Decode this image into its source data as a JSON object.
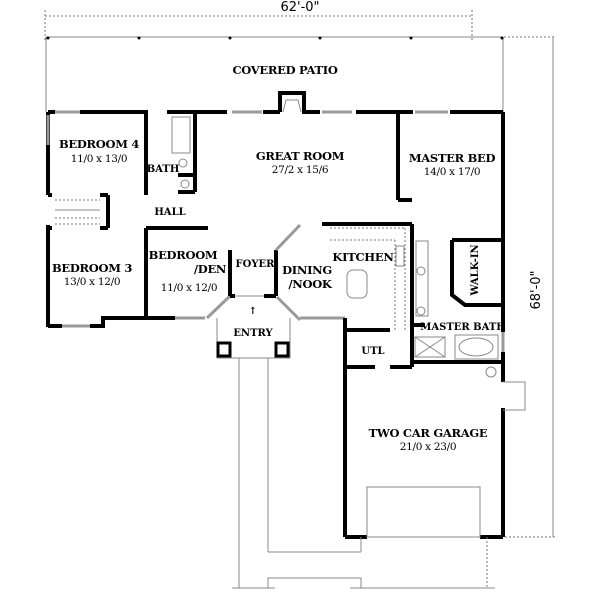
{
  "plan": {
    "overall_width": "62'-0\"",
    "overall_depth": "68'-0\""
  },
  "rooms": {
    "covered_patio": {
      "name": "COVERED PATIO"
    },
    "bedroom4": {
      "name": "BEDROOM 4",
      "size": "11/0 x 13/0"
    },
    "bath": {
      "name": "BATH"
    },
    "great_room": {
      "name": "GREAT ROOM",
      "size": "27/2 x 15/6"
    },
    "master_bed": {
      "name": "MASTER BED",
      "size": "14/0 x 17/0"
    },
    "hall": {
      "name": "HALL"
    },
    "bedroom3": {
      "name": "BEDROOM 3",
      "size": "13/0 x 12/0"
    },
    "bedroom_den": {
      "name_line1": "BEDROOM",
      "name_line2": "/DEN",
      "size": "11/0 x 12/0"
    },
    "foyer": {
      "name": "FOYER"
    },
    "dining": {
      "name_line1": "DINING",
      "name_line2": "/NOOK"
    },
    "kitchen": {
      "name": "KITCHEN"
    },
    "walk_in": {
      "name": "WALK-IN"
    },
    "master_bath": {
      "name": "MASTER BATH"
    },
    "entry": {
      "name": "ENTRY"
    },
    "utl": {
      "name": "UTL"
    },
    "garage": {
      "name": "TWO CAR GARAGE",
      "size": "21/0 x 23/0"
    }
  }
}
